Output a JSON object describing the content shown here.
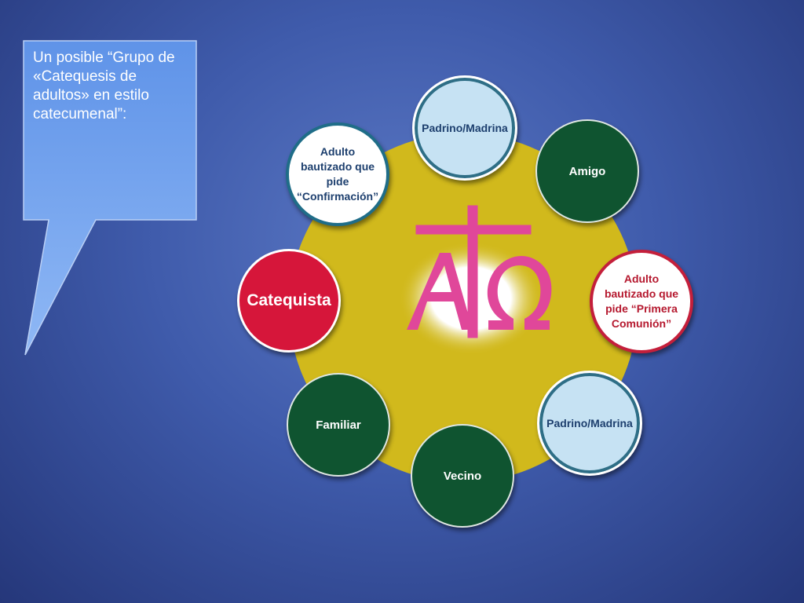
{
  "callout": {
    "text": "Un posible “Grupo de «Catequesis de adultos» en estilo catecumenal”:"
  },
  "center_symbol": {
    "icon": "alpha-cross-omega-icon",
    "colors": {
      "symbol": "#e0479a",
      "circle": "#d1b91c",
      "glow": "#ffffff"
    }
  },
  "nodes": {
    "padrino_madrina_top": {
      "label": "Padrino/Madrina"
    },
    "amigo": {
      "label": "Amigo"
    },
    "adulto_primera_comunion": {
      "label": "Adulto bautizado que pide “Primera Comunión”"
    },
    "padrino_madrina_bottom": {
      "label": "Padrino/Madrina"
    },
    "vecino": {
      "label": "Vecino"
    },
    "familiar": {
      "label": "Familiar"
    },
    "catequista": {
      "label": "Catequista"
    },
    "adulto_confirmacion": {
      "label": "Adulto bautizado que pide “Confirmación”"
    }
  }
}
